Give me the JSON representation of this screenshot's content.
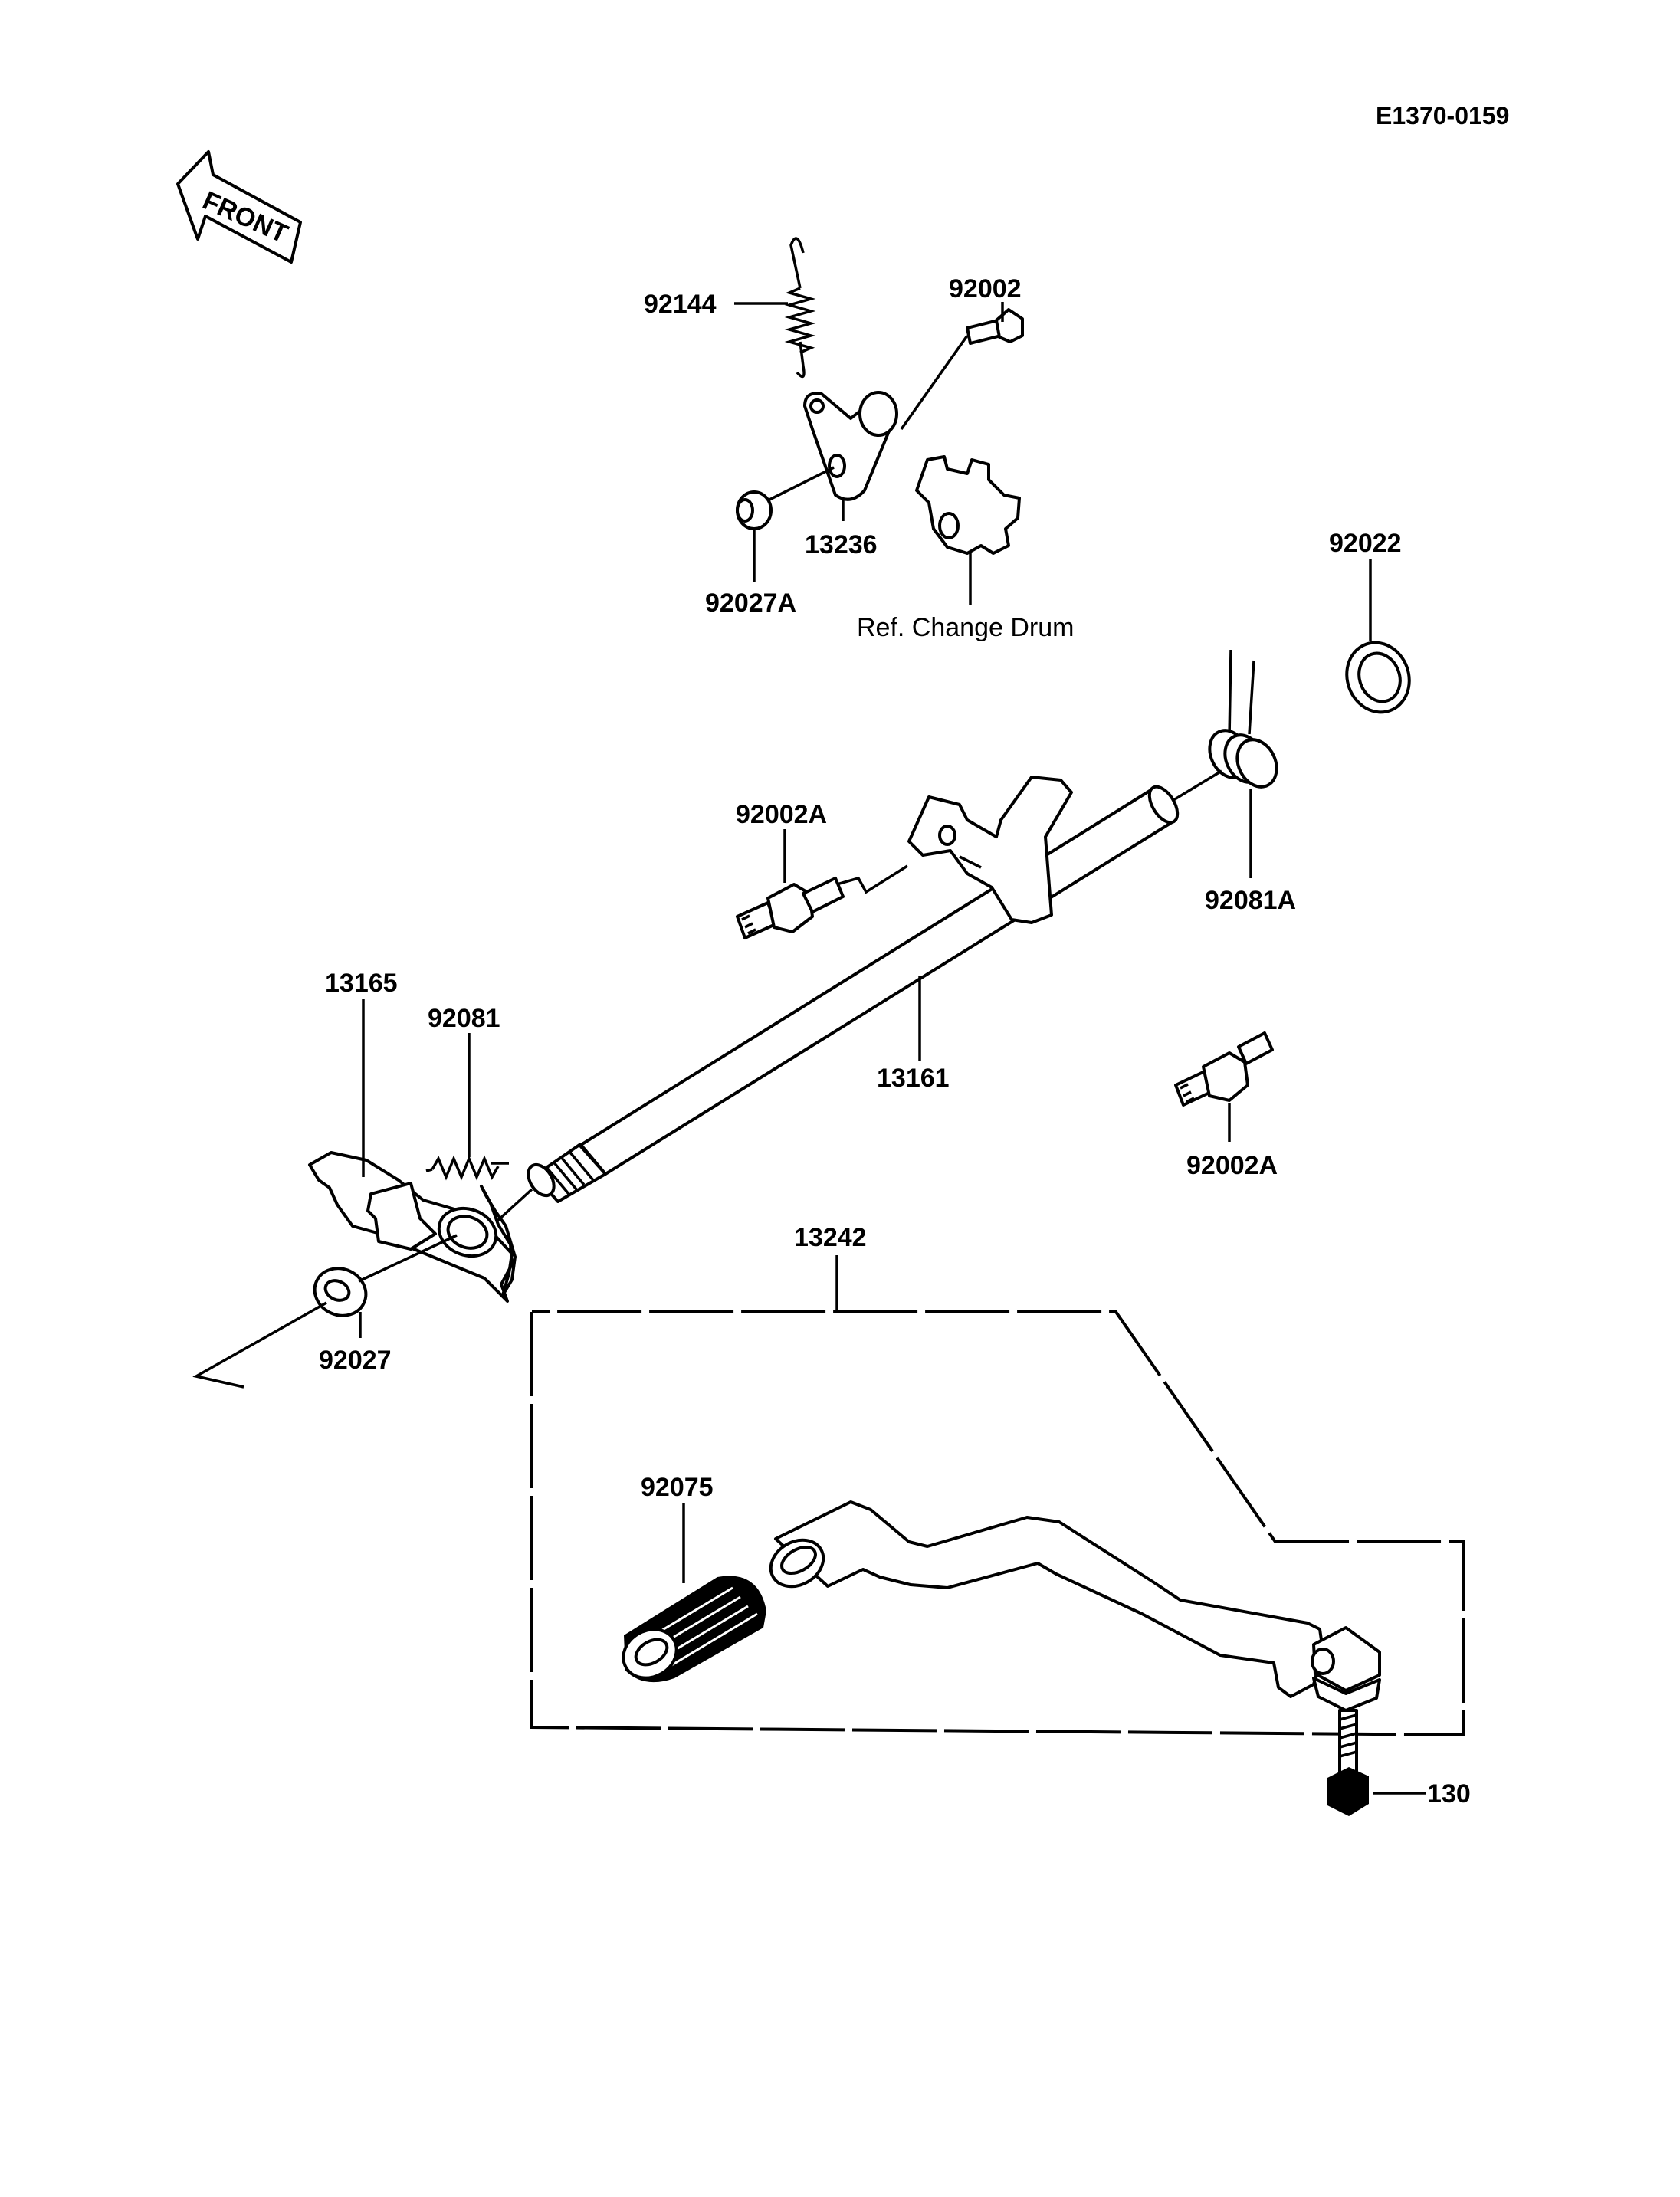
{
  "diagram_code": "E1370-0159",
  "front_label": "FRONT",
  "ref_note": "Ref. Change Drum",
  "parts": {
    "p92144": "92144",
    "p92002": "92002",
    "p13236": "13236",
    "p92027A": "92027A",
    "p92022": "92022",
    "p92002A_top": "92002A",
    "p92081A": "92081A",
    "p13165": "13165",
    "p92081": "92081",
    "p13161": "13161",
    "p92002A_right": "92002A",
    "p92027": "92027",
    "p13242": "13242",
    "p92075": "92075",
    "p130": "130"
  }
}
